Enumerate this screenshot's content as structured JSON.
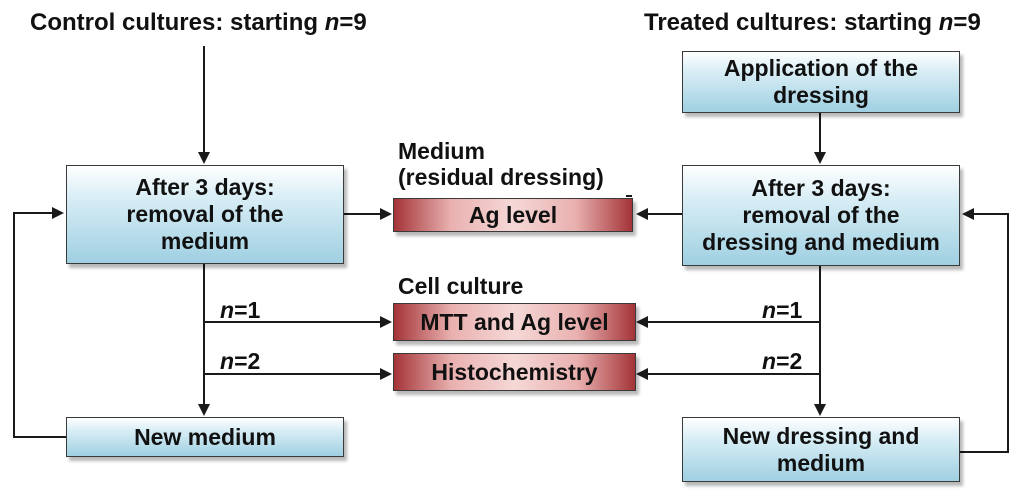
{
  "headers": {
    "control": {
      "label": "Control cultures: starting ",
      "var": "n",
      "value": "=9"
    },
    "treated": {
      "label": "Treated cultures: starting ",
      "var": "n",
      "value": "=9"
    }
  },
  "left_column": {
    "after3days": [
      "After 3 days:",
      "removal of the",
      "medium"
    ],
    "new_medium": "New medium"
  },
  "right_column": {
    "application": [
      "Application of the",
      "dressing"
    ],
    "after3days": [
      "After 3 days:",
      "removal of the",
      "dressing and medium"
    ],
    "new_dressing": [
      "New dressing and",
      "medium"
    ]
  },
  "center": {
    "medium_label": [
      "Medium",
      "(residual dressing)"
    ],
    "ag_level": "Ag level",
    "cell_culture_label": "Cell culture",
    "mtt_ag": "MTT and Ag level",
    "histochemistry": "Histochemistry"
  },
  "sample_counts": {
    "left_n1": {
      "var": "n",
      "value": "=1"
    },
    "left_n2": {
      "var": "n",
      "value": "=2"
    },
    "right_n1": {
      "var": "n",
      "value": "=1"
    },
    "right_n2": {
      "var": "n",
      "value": "=2"
    }
  },
  "colors": {
    "blue_box_light": "#dbeff6",
    "blue_box_dark": "#9fd0e2",
    "red_box_light": "#f5d8d6",
    "red_box_dark": "#a43438",
    "line": "#1a1a1a"
  }
}
